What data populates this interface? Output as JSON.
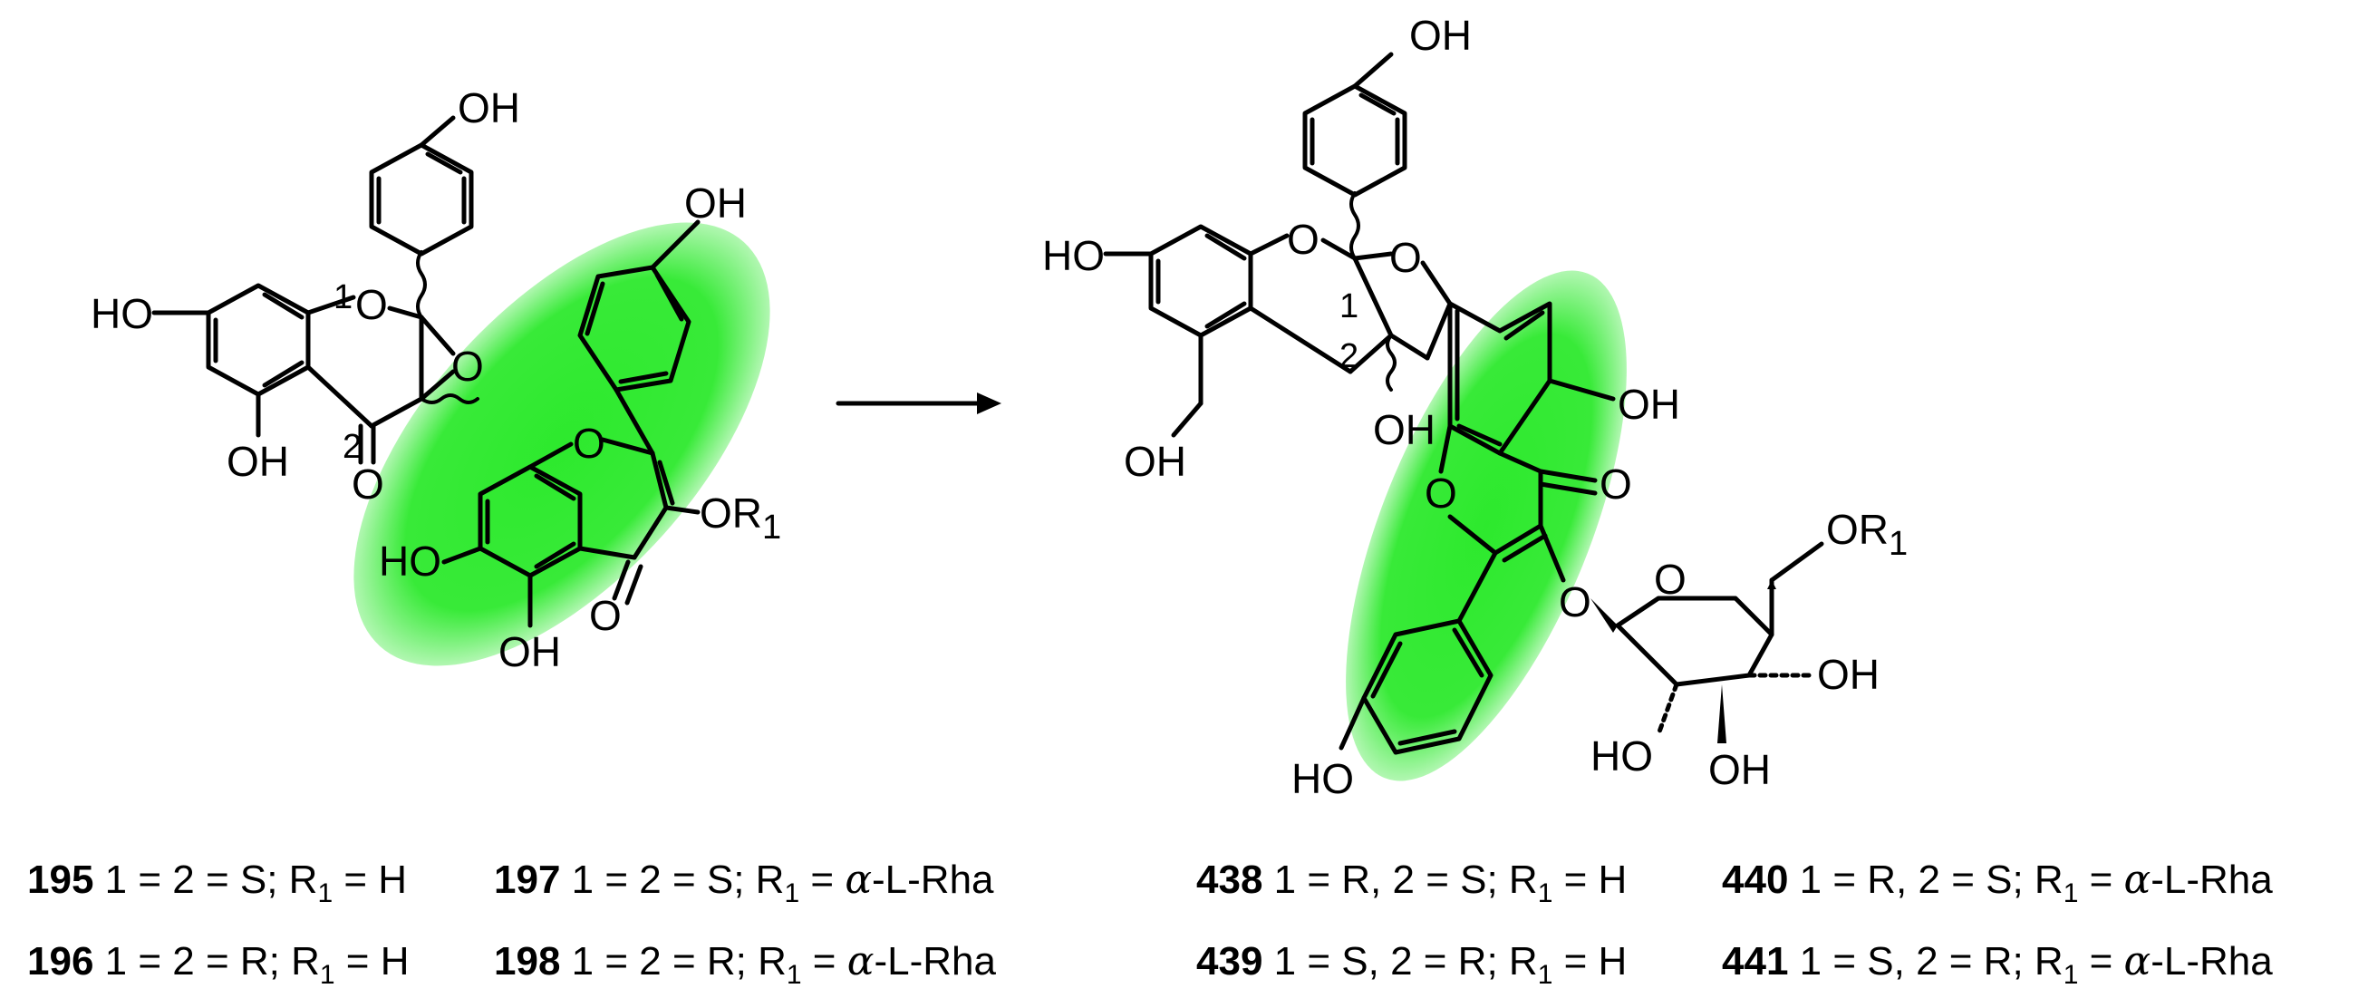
{
  "highlight_color": "#22e822",
  "left_structure": {
    "atoms": {
      "oh_top": "OH",
      "ho_left": "HO",
      "o_ring": "O",
      "o_epox": "O",
      "oh_bottom": "OH",
      "o_keto": "O",
      "oh_top_b": "OH",
      "o_ring_b": "O",
      "or1_b": "OR",
      "or1_sub": "1",
      "ho_b": "HO",
      "o_keto_b": "O",
      "oh_bottom_b": "OH"
    },
    "locants": {
      "c1": "1",
      "c2": "2"
    }
  },
  "right_structure": {
    "atoms": {
      "oh_top": "OH",
      "ho_left": "HO",
      "o_pyran": "O",
      "o_furan": "O",
      "oh_c3": "OH",
      "oh_bottom": "OH",
      "oh_5b": "OH",
      "o_ring_b": "O",
      "o_keto_b": "O",
      "o_glyc": "O",
      "o_sugar": "O",
      "or1": "OR",
      "or1_sub": "1",
      "oh_s4": "OH",
      "ho_s2": "HO",
      "oh_s3": "OH",
      "ho_bottom_b": "HO"
    },
    "locants": {
      "c1": "1",
      "c2": "2"
    }
  },
  "captions": [
    {
      "num": "195",
      "text": "1 = 2 = S; R",
      "sub": "1",
      "rest": " = H"
    },
    {
      "num": "197",
      "text": "1 = 2 = S; R",
      "sub": "1",
      "eq": " = ",
      "alpha": "α",
      "rest": "-L-Rha"
    },
    {
      "num": "196",
      "text": "1 = 2 = R; R",
      "sub": "1",
      "rest": " = H"
    },
    {
      "num": "198",
      "text": "1 = 2 = R; R",
      "sub": "1",
      "eq": " = ",
      "alpha": "α",
      "rest": "-L-Rha"
    },
    {
      "num": "438",
      "text": "1 = R, 2 = S; R",
      "sub": "1",
      "rest": " = H"
    },
    {
      "num": "440",
      "text": "1 = R, 2 = S; R",
      "sub": "1",
      "eq": " = ",
      "alpha": "α",
      "rest": "-L-Rha"
    },
    {
      "num": "439",
      "text": "1 = S, 2 = R; R",
      "sub": "1",
      "rest": " = H"
    },
    {
      "num": "441",
      "text": "1 = S, 2 = R; R",
      "sub": "1",
      "eq": " = ",
      "alpha": "α",
      "rest": "-L-Rha"
    }
  ]
}
